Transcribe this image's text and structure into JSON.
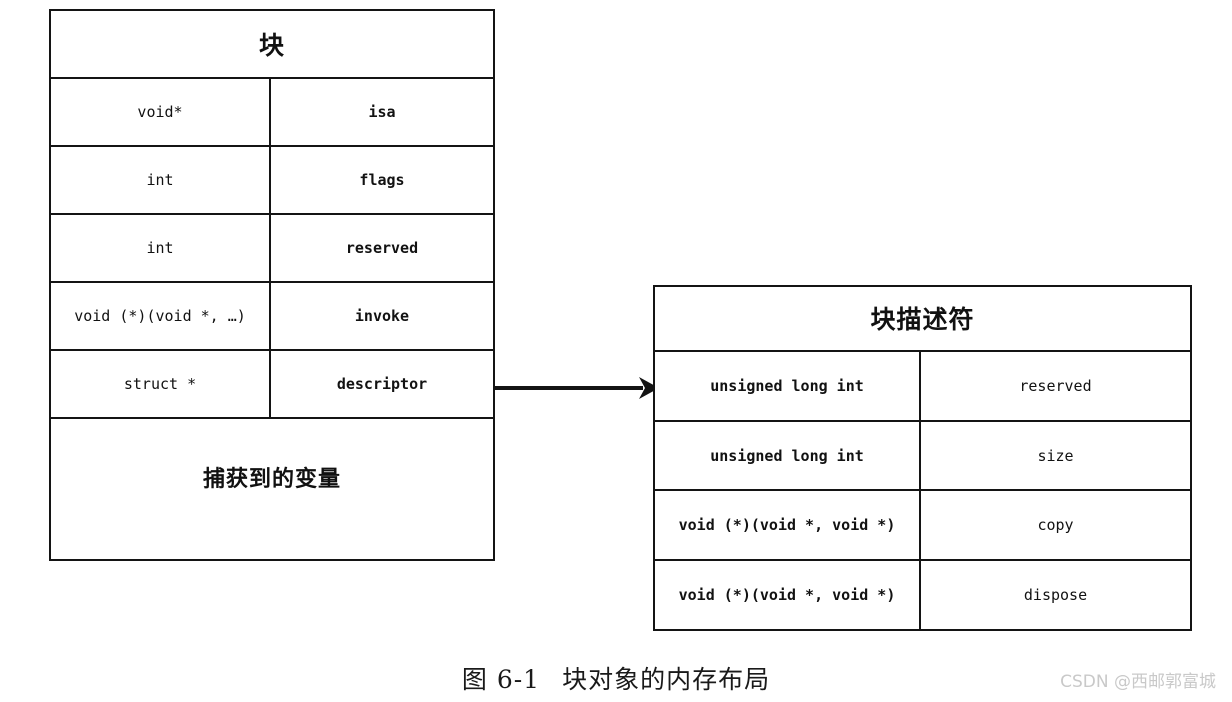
{
  "figure": {
    "caption_label": "图 6-1",
    "caption_text": "块对象的内存布局",
    "watermark": "CSDN @西邮郭富城",
    "arrow_icon": "arrow-right-icon",
    "line_color": "#141414",
    "background_color": "#ffffff",
    "text_color": "#121212",
    "watermark_color": "#c9c9c9"
  },
  "block_struct": {
    "title": "块",
    "columns": [
      "type",
      "name"
    ],
    "fields": [
      {
        "type": "void*",
        "name": "isa"
      },
      {
        "type": "int",
        "name": "flags"
      },
      {
        "type": "int",
        "name": "reserved"
      },
      {
        "type": "void (*)(void *, …)",
        "name": "invoke"
      },
      {
        "type": "struct *",
        "name": "descriptor"
      }
    ],
    "footer_label": "捕获到的变量"
  },
  "descriptor_struct": {
    "title": "块描述符",
    "columns": [
      "type",
      "name"
    ],
    "fields": [
      {
        "type": "unsigned long int",
        "name": "reserved"
      },
      {
        "type": "unsigned long int",
        "name": "size"
      },
      {
        "type": "void (*)(void *, void *)",
        "name": "copy"
      },
      {
        "type": "void (*)(void *, void *)",
        "name": "dispose"
      }
    ]
  }
}
